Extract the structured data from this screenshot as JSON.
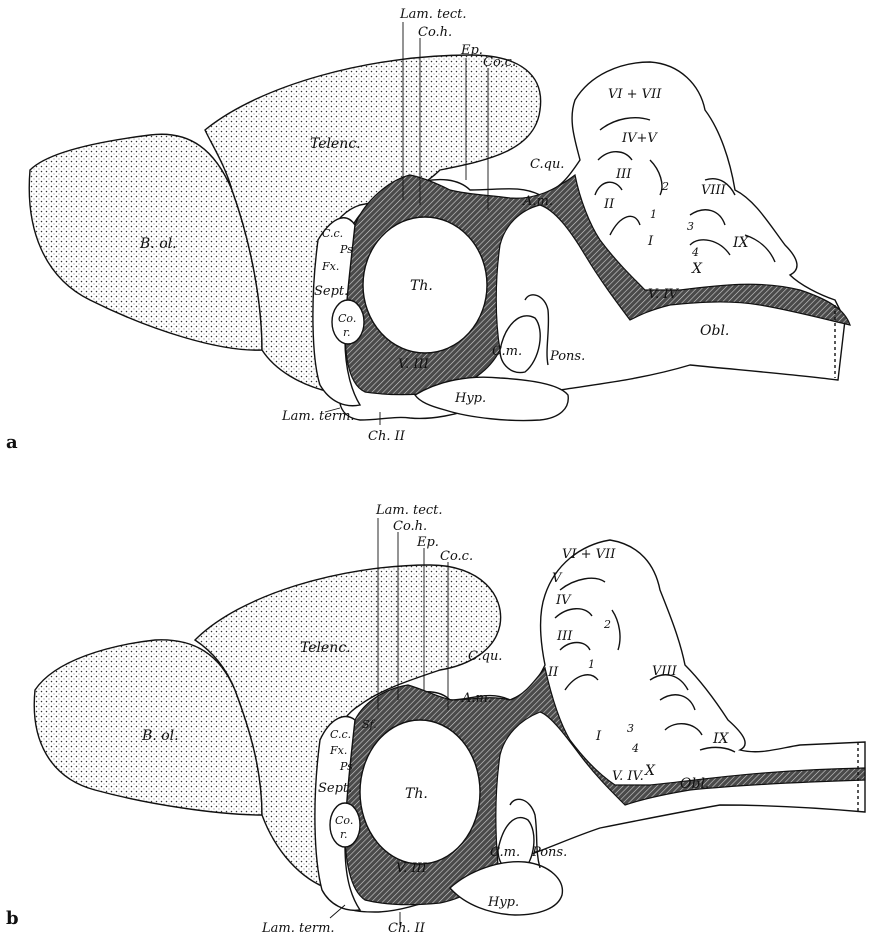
{
  "panels": {
    "a": {
      "panel_label": "a",
      "labels": {
        "lam_tect": "Lam. tect.",
        "co_h": "Co.h.",
        "ep": "Ep.",
        "co_c": "Co.c.",
        "telenc": "Telenc.",
        "c_qu": "C.qu.",
        "a_m": "A.m.",
        "b_ol": "B. ol.",
        "c_c": "C.c.",
        "ps": "Ps",
        "fx": "Fx.",
        "sept": "Sept.",
        "th": "Th.",
        "co_r": "Co.",
        "co_r2": "r.",
        "v_iii": "V. III",
        "c_m": "C.m.",
        "pons": "Pons.",
        "hyp": "Hyp.",
        "lam_term": "Lam. term.",
        "ch_ii": "Ch. II",
        "obl": "Obl.",
        "v_iv": "V. IV",
        "vi_vii": "VI + VII",
        "iv_v": "IV+V",
        "iii": "III",
        "ii": "II",
        "i": "I",
        "viii": "VIII",
        "ix": "IX",
        "x": "X",
        "n1": "1",
        "n2": "2",
        "n3": "3",
        "n4": "4"
      }
    },
    "b": {
      "panel_label": "b",
      "labels": {
        "lam_tect": "Lam. tect.",
        "co_h": "Co.h.",
        "ep": "Ep.",
        "co_c": "Co.c.",
        "telenc": "Telenc.",
        "c_qu": "C.qu.",
        "a_m": "A.m.",
        "b_ol": "B. ol.",
        "c_c": "C.c.",
        "sf": "Sf.",
        "fx": "Fx.",
        "ps": "Ps",
        "sept": "Sept.",
        "th": "Th.",
        "co_r": "Co.",
        "co_r2": "r.",
        "v_iii": "V. III",
        "c_m": "C.m.",
        "pons": "Pons.",
        "hyp": "Hyp.",
        "lam_term": "Lam. term.",
        "ch_ii": "Ch. II",
        "obl": "Obl.",
        "v_iv": "V. IV.",
        "vi_vii": "VI + VII",
        "v": "V",
        "iv": "IV",
        "iii": "III",
        "ii": "II",
        "i": "I",
        "viii": "VIII",
        "ix": "IX",
        "x": "X",
        "n1": "1",
        "n2": "2",
        "n3": "3",
        "n4": "4"
      }
    }
  }
}
